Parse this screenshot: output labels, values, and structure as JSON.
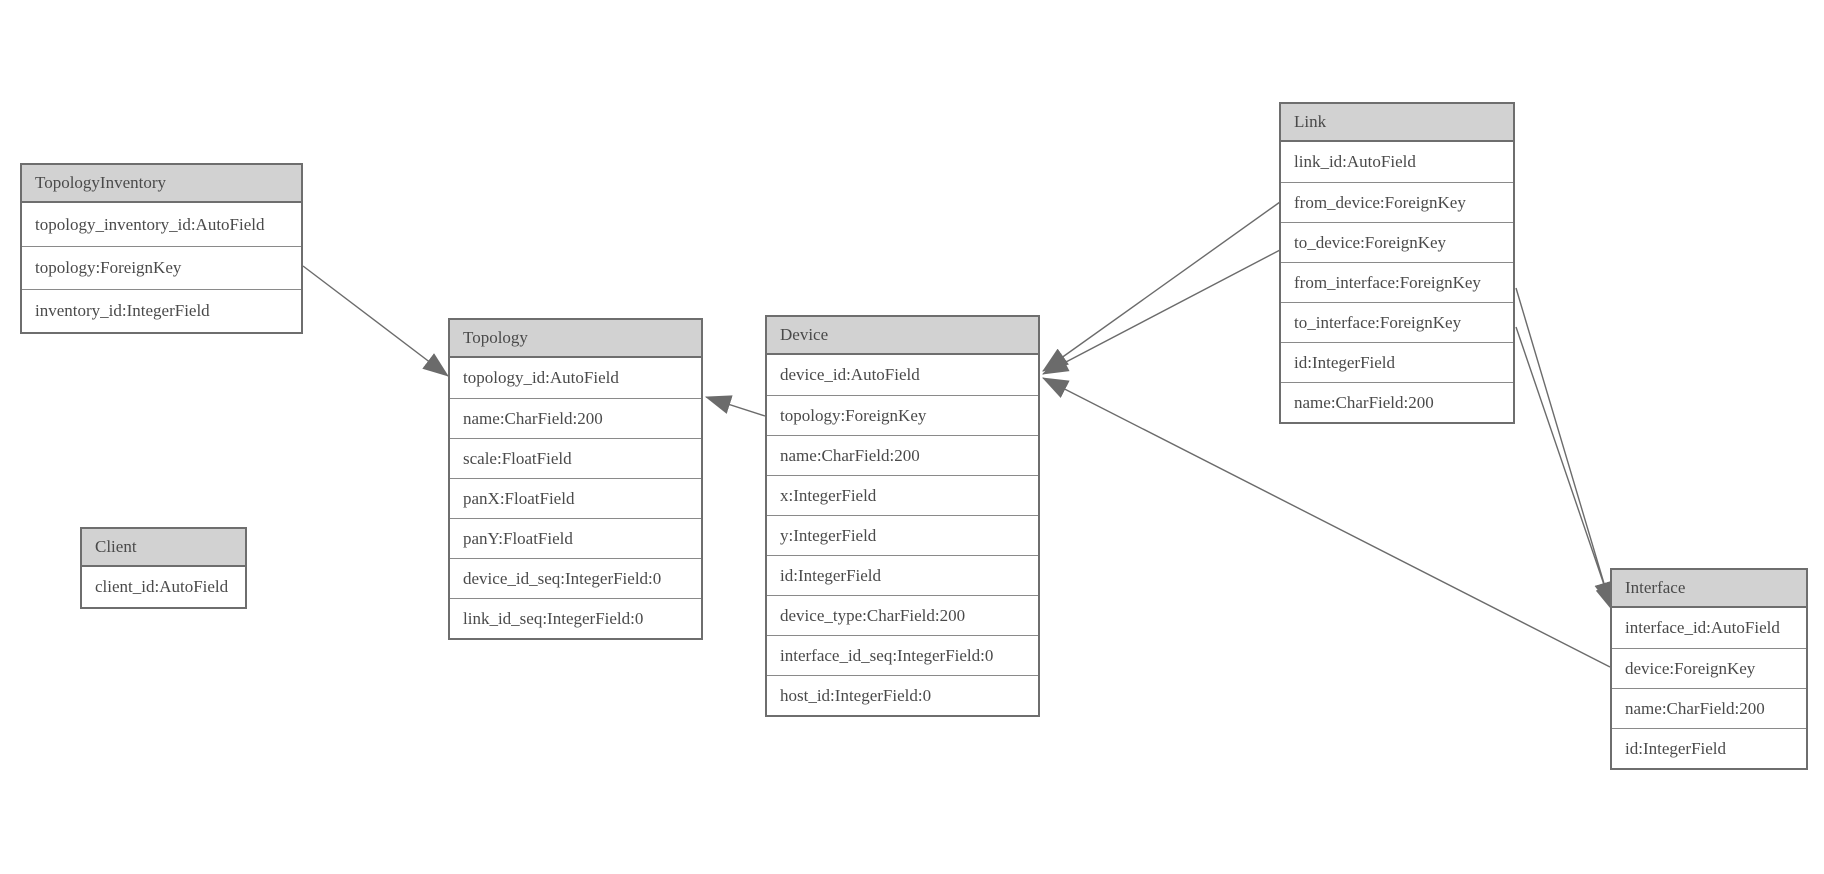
{
  "tables": [
    {
      "name": "TopologyInventory",
      "rows": [
        "topology_inventory_id:AutoField",
        "topology:ForeignKey",
        "inventory_id:IntegerField"
      ]
    },
    {
      "name": "Topology",
      "rows": [
        "topology_id:AutoField",
        "name:CharField:200",
        "scale:FloatField",
        "panX:FloatField",
        "panY:FloatField",
        "device_id_seq:IntegerField:0",
        "link_id_seq:IntegerField:0"
      ]
    },
    {
      "name": "Client",
      "rows": [
        "client_id:AutoField"
      ]
    },
    {
      "name": "Device",
      "rows": [
        "device_id:AutoField",
        "topology:ForeignKey",
        "name:CharField:200",
        "x:IntegerField",
        "y:IntegerField",
        "id:IntegerField",
        "device_type:CharField:200",
        "interface_id_seq:IntegerField:0",
        "host_id:IntegerField:0"
      ]
    },
    {
      "name": "Link",
      "rows": [
        "link_id:AutoField",
        "from_device:ForeignKey",
        "to_device:ForeignKey",
        "from_interface:ForeignKey",
        "to_interface:ForeignKey",
        "id:IntegerField",
        "name:CharField:200"
      ]
    },
    {
      "name": "Interface",
      "rows": [
        "interface_id:AutoField",
        "device:ForeignKey",
        "name:CharField:200",
        "id:IntegerField"
      ]
    }
  ],
  "relationships": [
    {
      "from": "TopologyInventory.topology",
      "to": "Topology"
    },
    {
      "from": "Device.topology",
      "to": "Topology"
    },
    {
      "from": "Link.from_device",
      "to": "Device"
    },
    {
      "from": "Link.to_device",
      "to": "Device"
    },
    {
      "from": "Interface.device",
      "to": "Device"
    },
    {
      "from": "Link.from_interface",
      "to": "Interface"
    },
    {
      "from": "Link.to_interface",
      "to": "Interface"
    }
  ],
  "colors": {
    "background": "#ffffff",
    "header_fill": "#d2d2d2",
    "border": "#6e6e6e",
    "line": "#6b6b6b",
    "text": "#4a4a4a"
  }
}
